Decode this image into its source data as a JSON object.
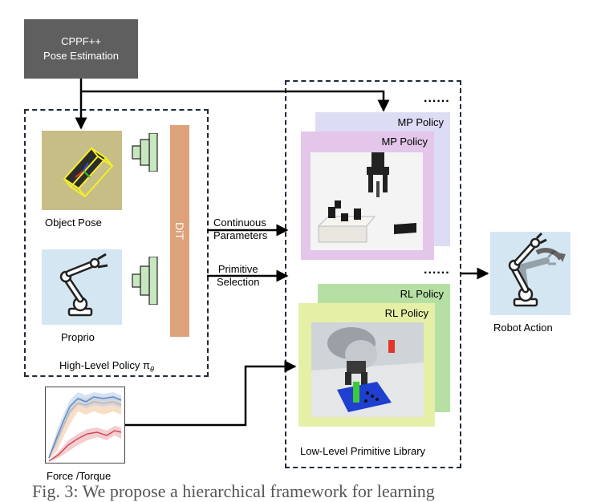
{
  "pose_box": {
    "line1": "CPPF++",
    "line2": "Pose Estimation"
  },
  "high_level": {
    "dit_label": "DiT",
    "object_pose_label": "Object Pose",
    "proprio_label": "Proprio",
    "policy_label": "High-Level Policy π",
    "policy_subscript": "θ"
  },
  "arrows": {
    "continuous_line1": "Continuous",
    "continuous_line2": "Parameters",
    "primitive_line1": "Primitive",
    "primitive_line2": "Selection"
  },
  "library": {
    "mp_back_title": "MP Policy",
    "mp_front_title": "MP Policy",
    "rl_back_title": "RL Policy",
    "rl_front_title": "RL Policy",
    "dots_top": "......",
    "dots_mid": "......",
    "label": "Low-Level Primitive Library"
  },
  "force_torque_label": "Force /Torque",
  "robot_action_label": "Robot Action",
  "caption_fragment": "Fig. 3: We propose a hierarchical framework for learning",
  "colors": {
    "gray_box": "#5f5f5f",
    "dit": "#dda27a",
    "pyramid": "#c8e6c0",
    "mp_back": "#dcdcf5",
    "mp_front": "#e4c6ea",
    "rl_back": "#b6dfa4",
    "rl_front": "#e6efa6",
    "image_bg": "#d7e8f2"
  }
}
